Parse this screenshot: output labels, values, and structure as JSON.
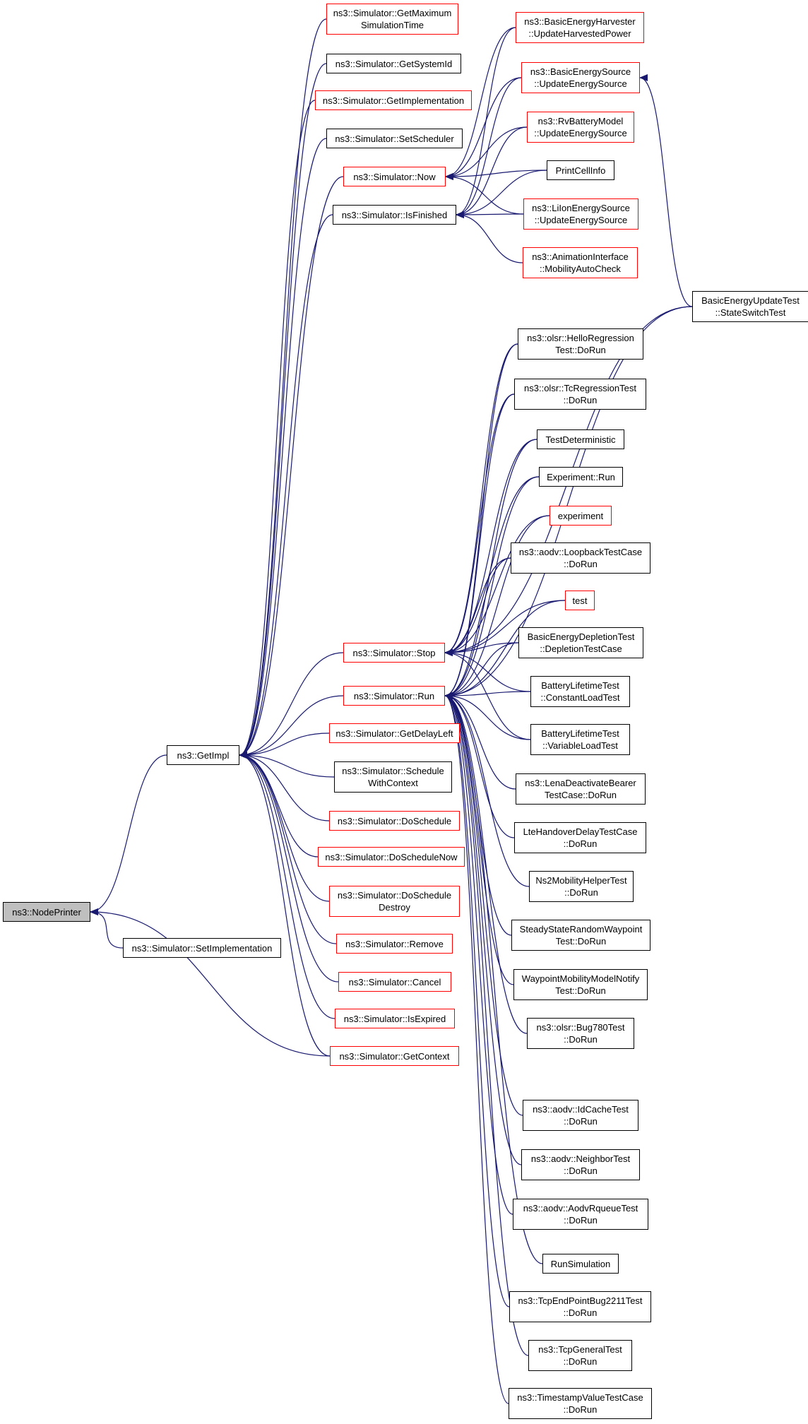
{
  "graph": {
    "root": "ns3::NodePrinter",
    "colors": {
      "edge": "#191970",
      "node_border": "#000000",
      "truncated_border": "#ff0000",
      "root_fill": "#bfbfbf"
    },
    "nodes": [
      {
        "id": "n_nodeprinter",
        "label": "ns3::NodePrinter",
        "style": "root"
      },
      {
        "id": "n_getimpl",
        "label": "ns3::GetImpl",
        "style": "normal"
      },
      {
        "id": "n_setimplementation",
        "label": "ns3::Simulator::SetImplementation",
        "style": "normal"
      },
      {
        "id": "n_getmaxsimtime",
        "label": "ns3::Simulator::GetMaximum\nSimulationTime",
        "style": "truncated"
      },
      {
        "id": "n_getsystemid",
        "label": "ns3::Simulator::GetSystemId",
        "style": "normal"
      },
      {
        "id": "n_getimplementation",
        "label": "ns3::Simulator::GetImplementation",
        "style": "truncated"
      },
      {
        "id": "n_setscheduler",
        "label": "ns3::Simulator::SetScheduler",
        "style": "normal"
      },
      {
        "id": "n_now",
        "label": "ns3::Simulator::Now",
        "style": "truncated"
      },
      {
        "id": "n_isfinished",
        "label": "ns3::Simulator::IsFinished",
        "style": "normal"
      },
      {
        "id": "n_stop",
        "label": "ns3::Simulator::Stop",
        "style": "truncated"
      },
      {
        "id": "n_run",
        "label": "ns3::Simulator::Run",
        "style": "truncated"
      },
      {
        "id": "n_getdelayleft",
        "label": "ns3::Simulator::GetDelayLeft",
        "style": "truncated"
      },
      {
        "id": "n_schedulewithcontext",
        "label": "ns3::Simulator::Schedule\nWithContext",
        "style": "normal"
      },
      {
        "id": "n_doschedule",
        "label": "ns3::Simulator::DoSchedule",
        "style": "truncated"
      },
      {
        "id": "n_doschedulenow",
        "label": "ns3::Simulator::DoScheduleNow",
        "style": "truncated"
      },
      {
        "id": "n_doscheduledestroy",
        "label": "ns3::Simulator::DoSchedule\nDestroy",
        "style": "truncated"
      },
      {
        "id": "n_remove",
        "label": "ns3::Simulator::Remove",
        "style": "truncated"
      },
      {
        "id": "n_cancel",
        "label": "ns3::Simulator::Cancel",
        "style": "truncated"
      },
      {
        "id": "n_isexpired",
        "label": "ns3::Simulator::IsExpired",
        "style": "truncated"
      },
      {
        "id": "n_getcontext",
        "label": "ns3::Simulator::GetContext",
        "style": "truncated"
      },
      {
        "id": "n_harvester",
        "label": "ns3::BasicEnergyHarvester\n::UpdateHarvestedPower",
        "style": "truncated"
      },
      {
        "id": "n_basicsource",
        "label": "ns3::BasicEnergySource\n::UpdateEnergySource",
        "style": "truncated"
      },
      {
        "id": "n_rvbattery",
        "label": "ns3::RvBatteryModel\n::UpdateEnergySource",
        "style": "truncated"
      },
      {
        "id": "n_printcellinfo",
        "label": "PrintCellInfo",
        "style": "normal"
      },
      {
        "id": "n_liion",
        "label": "ns3::LiIonEnergySource\n::UpdateEnergySource",
        "style": "truncated"
      },
      {
        "id": "n_animation",
        "label": "ns3::AnimationInterface\n::MobilityAutoCheck",
        "style": "truncated"
      },
      {
        "id": "n_statewitch",
        "label": "BasicEnergyUpdateTest\n::StateSwitchTest",
        "style": "normal"
      },
      {
        "id": "n_olsrhello",
        "label": "ns3::olsr::HelloRegression\nTest::DoRun",
        "style": "normal"
      },
      {
        "id": "n_olsrtc",
        "label": "ns3::olsr::TcRegressionTest\n::DoRun",
        "style": "normal"
      },
      {
        "id": "n_testdet",
        "label": "TestDeterministic",
        "style": "normal"
      },
      {
        "id": "n_experimentrun",
        "label": "Experiment::Run",
        "style": "normal"
      },
      {
        "id": "n_experiment",
        "label": "experiment",
        "style": "truncated"
      },
      {
        "id": "n_aodvloopback",
        "label": "ns3::aodv::LoopbackTestCase\n::DoRun",
        "style": "normal"
      },
      {
        "id": "n_test",
        "label": "test",
        "style": "truncated"
      },
      {
        "id": "n_depletion",
        "label": "BasicEnergyDepletionTest\n::DepletionTestCase",
        "style": "normal"
      },
      {
        "id": "n_constantload",
        "label": "BatteryLifetimeTest\n::ConstantLoadTest",
        "style": "normal"
      },
      {
        "id": "n_variableload",
        "label": "BatteryLifetimeTest\n::VariableLoadTest",
        "style": "normal"
      },
      {
        "id": "n_lenadeactivate",
        "label": "ns3::LenaDeactivateBearer\nTestCase::DoRun",
        "style": "normal"
      },
      {
        "id": "n_ltehandover",
        "label": "LteHandoverDelayTestCase\n::DoRun",
        "style": "normal"
      },
      {
        "id": "n_ns2mobility",
        "label": "Ns2MobilityHelperTest\n::DoRun",
        "style": "normal"
      },
      {
        "id": "n_steadystate",
        "label": "SteadyStateRandomWaypoint\nTest::DoRun",
        "style": "normal"
      },
      {
        "id": "n_waypointnotify",
        "label": "WaypointMobilityModelNotify\nTest::DoRun",
        "style": "normal"
      },
      {
        "id": "n_olsrbug780",
        "label": "ns3::olsr::Bug780Test\n::DoRun",
        "style": "normal"
      },
      {
        "id": "n_aodvidcache",
        "label": "ns3::aodv::IdCacheTest\n::DoRun",
        "style": "normal"
      },
      {
        "id": "n_aodvneighbor",
        "label": "ns3::aodv::NeighborTest\n::DoRun",
        "style": "normal"
      },
      {
        "id": "n_aodvrqueue",
        "label": "ns3::aodv::AodvRqueueTest\n::DoRun",
        "style": "normal"
      },
      {
        "id": "n_runsim",
        "label": "RunSimulation",
        "style": "normal"
      },
      {
        "id": "n_tcpbug",
        "label": "ns3::TcpEndPointBug2211Test\n::DoRun",
        "style": "normal"
      },
      {
        "id": "n_tcpgeneral",
        "label": "ns3::TcpGeneralTest\n::DoRun",
        "style": "normal"
      },
      {
        "id": "n_timestamp",
        "label": "ns3::TimestampValueTestCase\n::DoRun",
        "style": "normal"
      }
    ],
    "edges": [
      [
        "n_nodeprinter",
        "n_getimpl"
      ],
      [
        "n_nodeprinter",
        "n_setimplementation"
      ],
      [
        "n_nodeprinter",
        "n_getcontext"
      ],
      [
        "n_getimpl",
        "n_getmaxsimtime"
      ],
      [
        "n_getimpl",
        "n_getsystemid"
      ],
      [
        "n_getimpl",
        "n_getimplementation"
      ],
      [
        "n_getimpl",
        "n_setscheduler"
      ],
      [
        "n_getimpl",
        "n_now"
      ],
      [
        "n_getimpl",
        "n_isfinished"
      ],
      [
        "n_getimpl",
        "n_stop"
      ],
      [
        "n_getimpl",
        "n_run"
      ],
      [
        "n_getimpl",
        "n_getdelayleft"
      ],
      [
        "n_getimpl",
        "n_schedulewithcontext"
      ],
      [
        "n_getimpl",
        "n_doschedule"
      ],
      [
        "n_getimpl",
        "n_doschedulenow"
      ],
      [
        "n_getimpl",
        "n_doscheduledestroy"
      ],
      [
        "n_getimpl",
        "n_remove"
      ],
      [
        "n_getimpl",
        "n_cancel"
      ],
      [
        "n_getimpl",
        "n_isexpired"
      ],
      [
        "n_getimpl",
        "n_getcontext"
      ],
      [
        "n_now",
        "n_harvester"
      ],
      [
        "n_now",
        "n_basicsource"
      ],
      [
        "n_now",
        "n_rvbattery"
      ],
      [
        "n_now",
        "n_printcellinfo"
      ],
      [
        "n_now",
        "n_liion"
      ],
      [
        "n_isfinished",
        "n_harvester"
      ],
      [
        "n_isfinished",
        "n_basicsource"
      ],
      [
        "n_isfinished",
        "n_rvbattery"
      ],
      [
        "n_isfinished",
        "n_printcellinfo"
      ],
      [
        "n_isfinished",
        "n_liion"
      ],
      [
        "n_isfinished",
        "n_animation"
      ],
      [
        "n_basicsource",
        "n_statewitch"
      ],
      [
        "n_stop",
        "n_statewitch"
      ],
      [
        "n_stop",
        "n_olsrhello"
      ],
      [
        "n_stop",
        "n_olsrtc"
      ],
      [
        "n_stop",
        "n_testdet"
      ],
      [
        "n_stop",
        "n_experimentrun"
      ],
      [
        "n_stop",
        "n_experiment"
      ],
      [
        "n_stop",
        "n_aodvloopback"
      ],
      [
        "n_stop",
        "n_test"
      ],
      [
        "n_stop",
        "n_depletion"
      ],
      [
        "n_stop",
        "n_constantload"
      ],
      [
        "n_stop",
        "n_variableload"
      ],
      [
        "n_run",
        "n_statewitch"
      ],
      [
        "n_run",
        "n_olsrhello"
      ],
      [
        "n_run",
        "n_olsrtc"
      ],
      [
        "n_run",
        "n_testdet"
      ],
      [
        "n_run",
        "n_experimentrun"
      ],
      [
        "n_run",
        "n_experiment"
      ],
      [
        "n_run",
        "n_aodvloopback"
      ],
      [
        "n_run",
        "n_test"
      ],
      [
        "n_run",
        "n_depletion"
      ],
      [
        "n_run",
        "n_constantload"
      ],
      [
        "n_run",
        "n_variableload"
      ],
      [
        "n_run",
        "n_lenadeactivate"
      ],
      [
        "n_run",
        "n_ltehandover"
      ],
      [
        "n_run",
        "n_ns2mobility"
      ],
      [
        "n_run",
        "n_steadystate"
      ],
      [
        "n_run",
        "n_waypointnotify"
      ],
      [
        "n_run",
        "n_olsrbug780"
      ],
      [
        "n_run",
        "n_aodvidcache"
      ],
      [
        "n_run",
        "n_aodvneighbor"
      ],
      [
        "n_run",
        "n_aodvrqueue"
      ],
      [
        "n_run",
        "n_runsim"
      ],
      [
        "n_run",
        "n_tcpbug"
      ],
      [
        "n_run",
        "n_tcpgeneral"
      ],
      [
        "n_run",
        "n_timestamp"
      ]
    ]
  }
}
